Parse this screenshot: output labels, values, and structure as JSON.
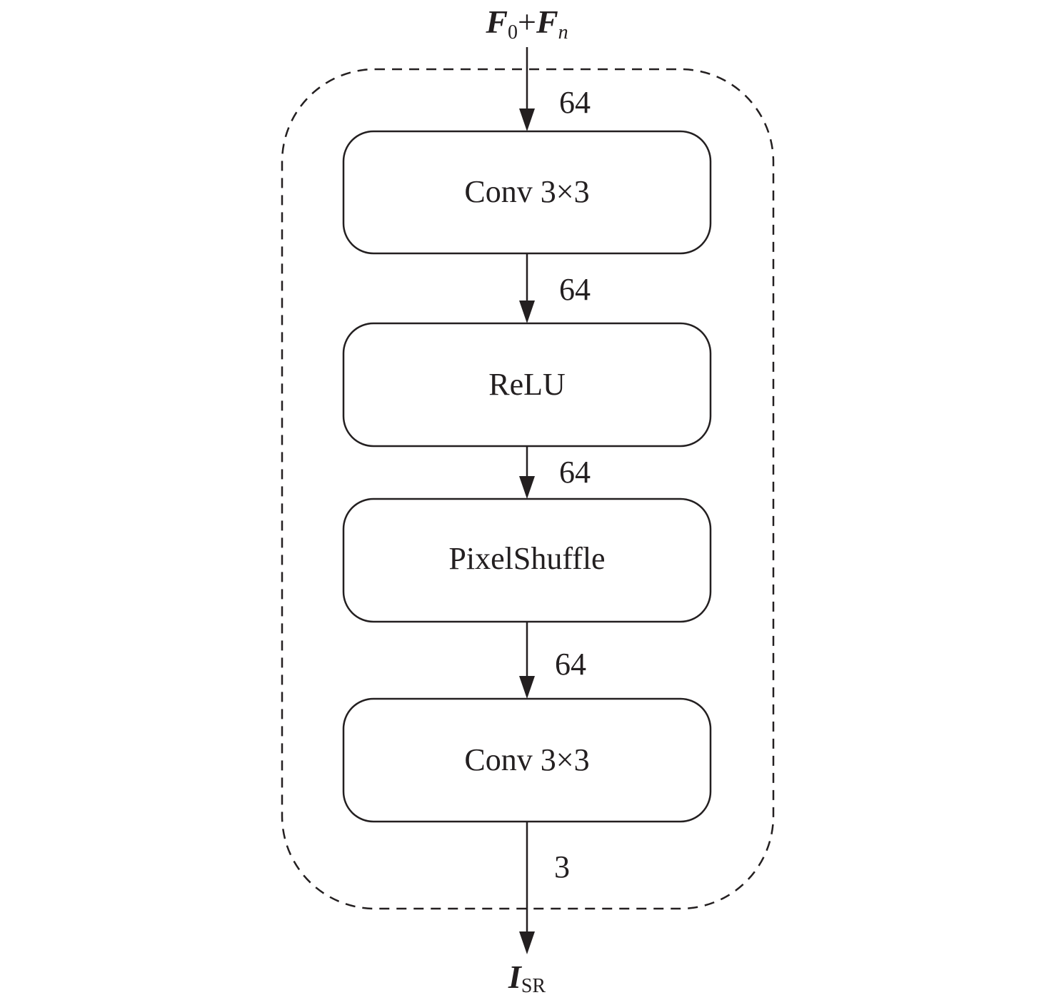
{
  "diagram": {
    "input_label": {
      "parts": [
        {
          "text": "F",
          "style": "bold-italic"
        },
        {
          "text": "0",
          "style": "subscript"
        },
        {
          "text": "+",
          "style": "normal"
        },
        {
          "text": "F",
          "style": "bold-italic"
        },
        {
          "text": "n",
          "style": "italic-subscript"
        }
      ]
    },
    "output_label": {
      "parts": [
        {
          "text": "I",
          "style": "bold-italic"
        },
        {
          "text": "SR",
          "style": "subscript"
        }
      ]
    },
    "blocks": [
      {
        "id": "conv1",
        "label": "Conv 3×3"
      },
      {
        "id": "relu",
        "label": "ReLU"
      },
      {
        "id": "pixelshuffle",
        "label": "PixelShuffle"
      },
      {
        "id": "conv2",
        "label": "Conv 3×3"
      }
    ],
    "edges": [
      {
        "from": "input",
        "to": "conv1",
        "channels": "64"
      },
      {
        "from": "conv1",
        "to": "relu",
        "channels": "64"
      },
      {
        "from": "relu",
        "to": "pixelshuffle",
        "channels": "64"
      },
      {
        "from": "pixelshuffle",
        "to": "conv2",
        "channels": "64"
      },
      {
        "from": "conv2",
        "to": "output",
        "channels": "3"
      }
    ],
    "container": {
      "style": "dashed"
    },
    "colors": {
      "stroke": "#231f20",
      "background": "#ffffff"
    }
  }
}
